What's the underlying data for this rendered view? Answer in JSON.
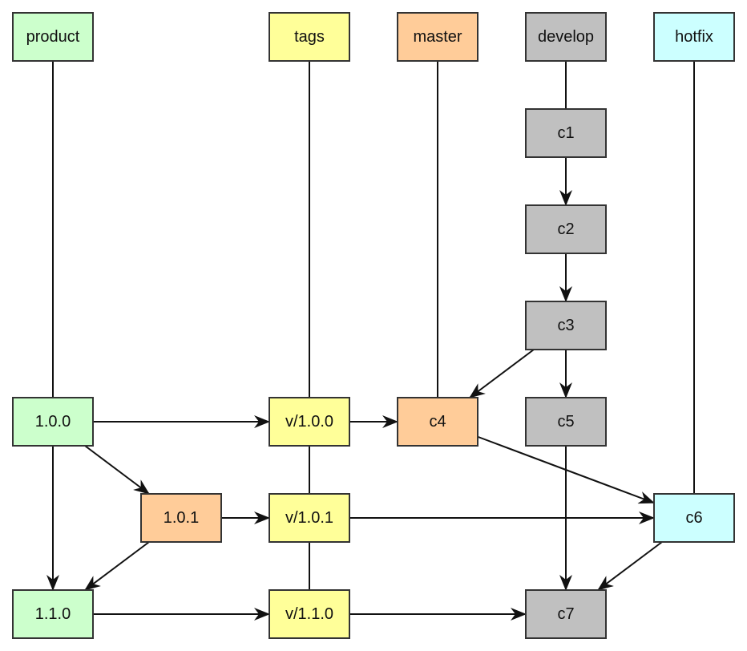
{
  "colors": {
    "product": "#ccffcc",
    "tags": "#ffff99",
    "master": "#ffcc99",
    "develop": "#c0c0c0",
    "hotfix": "#ccffff"
  },
  "nodes": [
    {
      "id": "product",
      "label": "product",
      "group": "product"
    },
    {
      "id": "tags",
      "label": "tags",
      "group": "tags"
    },
    {
      "id": "master",
      "label": "master",
      "group": "master"
    },
    {
      "id": "develop",
      "label": "develop",
      "group": "develop"
    },
    {
      "id": "hotfix",
      "label": "hotfix",
      "group": "hotfix"
    },
    {
      "id": "c1",
      "label": "c1",
      "group": "develop"
    },
    {
      "id": "c2",
      "label": "c2",
      "group": "develop"
    },
    {
      "id": "c3",
      "label": "c3",
      "group": "develop"
    },
    {
      "id": "n100",
      "label": "1.0.0",
      "group": "product"
    },
    {
      "id": "v100",
      "label": "v/1.0.0",
      "group": "tags"
    },
    {
      "id": "c4",
      "label": "c4",
      "group": "master"
    },
    {
      "id": "c5",
      "label": "c5",
      "group": "develop"
    },
    {
      "id": "n101",
      "label": "1.0.1",
      "group": "master"
    },
    {
      "id": "v101",
      "label": "v/1.0.1",
      "group": "tags"
    },
    {
      "id": "c6",
      "label": "c6",
      "group": "hotfix"
    },
    {
      "id": "n110",
      "label": "1.1.0",
      "group": "product"
    },
    {
      "id": "v110",
      "label": "v/1.1.0",
      "group": "tags"
    },
    {
      "id": "c7",
      "label": "c7",
      "group": "develop"
    }
  ],
  "edges": [
    {
      "from": "product",
      "to": "n100",
      "arrow": false
    },
    {
      "from": "tags",
      "to": "v100",
      "arrow": false
    },
    {
      "from": "master",
      "to": "c4",
      "arrow": false
    },
    {
      "from": "develop",
      "to": "c1",
      "arrow": false
    },
    {
      "from": "hotfix",
      "to": "c6",
      "arrow": false
    },
    {
      "from": "c1",
      "to": "c2",
      "arrow": true
    },
    {
      "from": "c2",
      "to": "c3",
      "arrow": true
    },
    {
      "from": "c3",
      "to": "c4",
      "arrow": true
    },
    {
      "from": "c3",
      "to": "c5",
      "arrow": true
    },
    {
      "from": "n100",
      "to": "v100",
      "arrow": true
    },
    {
      "from": "v100",
      "to": "c4",
      "arrow": true
    },
    {
      "from": "n100",
      "to": "n101",
      "arrow": true
    },
    {
      "from": "n100",
      "to": "n110",
      "arrow": true
    },
    {
      "from": "v100",
      "to": "v101",
      "arrow": false
    },
    {
      "from": "c4",
      "to": "c6",
      "arrow": true
    },
    {
      "from": "n101",
      "to": "v101",
      "arrow": true
    },
    {
      "from": "n101",
      "to": "n110",
      "arrow": true
    },
    {
      "from": "v101",
      "to": "c6",
      "arrow": true
    },
    {
      "from": "v101",
      "to": "v110",
      "arrow": false
    },
    {
      "from": "c5",
      "to": "c7",
      "arrow": true
    },
    {
      "from": "c6",
      "to": "c7",
      "arrow": true
    },
    {
      "from": "n110",
      "to": "v110",
      "arrow": true
    },
    {
      "from": "v110",
      "to": "c7",
      "arrow": true
    }
  ]
}
